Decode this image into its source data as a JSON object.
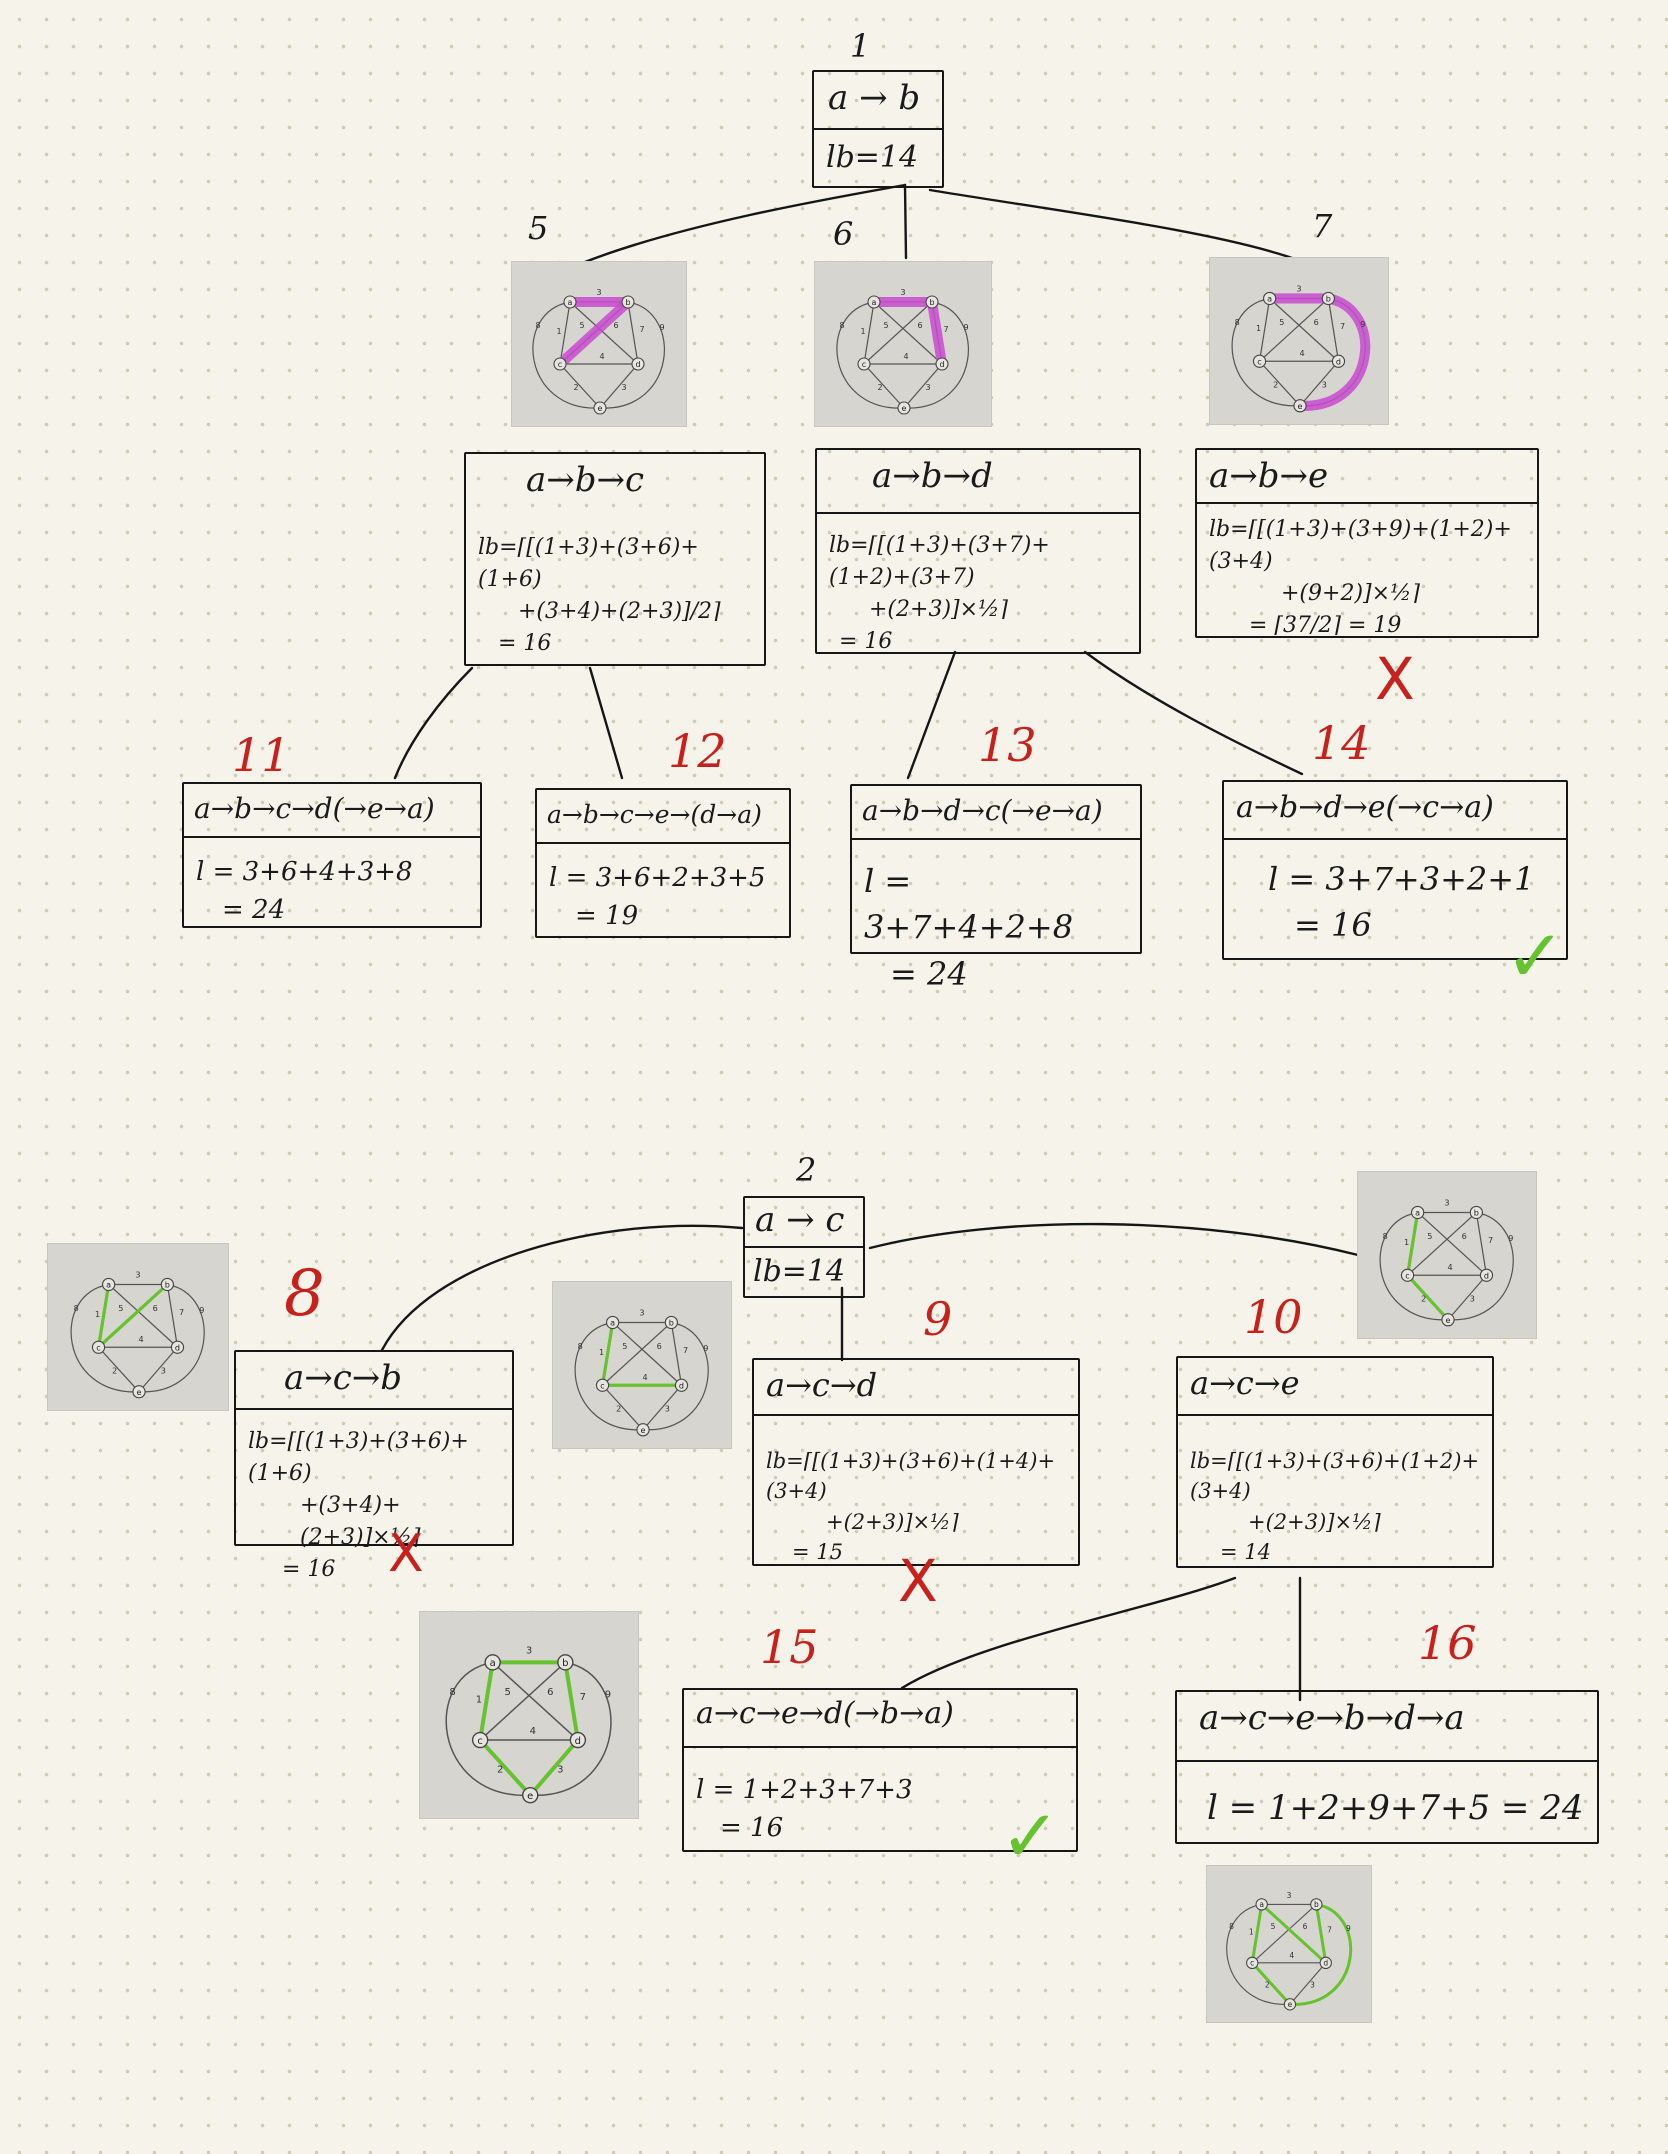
{
  "nodes": {
    "n1": {
      "step": "1",
      "title": "a → b",
      "lb": "lb=14"
    },
    "n2": {
      "step": "2",
      "title": "a → c",
      "lb": "lb=14"
    },
    "n5": {
      "step": "5",
      "title": "a→b→c",
      "l1": "lb=⌈[(1+3)+(3+6)+(1+6)",
      "l2": "+(3+4)+(2+3)]/2⌉",
      "l3": "= 16"
    },
    "n6": {
      "step": "6",
      "title": "a→b→d",
      "l1": "lb=⌈[(1+3)+(3+7)+(1+2)+(3+7)",
      "l2": "+(2+3)]×½⌉",
      "l3": "= 16"
    },
    "n7": {
      "step": "7",
      "title": "a→b→e",
      "l1": "lb=⌈[(1+3)+(3+9)+(1+2)+(3+4)",
      "l2": "+(9+2)]×½⌉",
      "l3": "= ⌈37/2⌉ = 19"
    },
    "n8": {
      "step": "8",
      "title": "a→c→b",
      "l1": "lb=⌈[(1+3)+(3+6)+(1+6)",
      "l2": "+(3+4)+(2+3)]×½⌉",
      "l3": "= 16"
    },
    "n9": {
      "step": "9",
      "title": "a→c→d",
      "l1": "lb=⌈[(1+3)+(3+6)+(1+4)+(3+4)",
      "l2": "+(2+3)]×½⌉",
      "l3": "= 15"
    },
    "n10": {
      "step": "10",
      "title": "a→c→e",
      "l1": "lb=⌈[(1+3)+(3+6)+(1+2)+(3+4)",
      "l2": "+(2+3)]×½⌉",
      "l3": "= 14"
    },
    "n11": {
      "step": "11",
      "title": "a→b→c→d(→e→a)",
      "l1": "l = 3+6+4+3+8",
      "l2": "= 24"
    },
    "n12": {
      "step": "12",
      "title": "a→b→c→e→(d→a)",
      "l1": "l = 3+6+2+3+5",
      "l2": "= 19"
    },
    "n13": {
      "step": "13",
      "title": "a→b→d→c(→e→a)",
      "l1": "l = 3+7+4+2+8",
      "l2": "= 24"
    },
    "n14": {
      "step": "14",
      "title": "a→b→d→e(→c→a)",
      "l1": "l = 3+7+3+2+1",
      "l2": "= 16"
    },
    "n15": {
      "step": "15",
      "title": "a→c→e→d(→b→a)",
      "l1": "l = 1+2+3+7+3",
      "l2": "= 16"
    },
    "n16": {
      "step": "16",
      "title": "a→c→e→b→d→a",
      "l1": "l = 1+2+9+7+5 = 24"
    }
  },
  "marks": {
    "cross": "X",
    "check": "✓"
  },
  "graph": {
    "vertices": [
      "a",
      "b",
      "c",
      "d",
      "e"
    ],
    "edge_weights": [
      "3",
      "1",
      "5",
      "6",
      "7",
      "8",
      "4",
      "9",
      "2",
      "3"
    ]
  },
  "colors": {
    "ink": "#161616",
    "red": "#c8211c",
    "green": "#66c22e",
    "magenta": "#c84bd0",
    "paper": "#f6f4ea"
  }
}
